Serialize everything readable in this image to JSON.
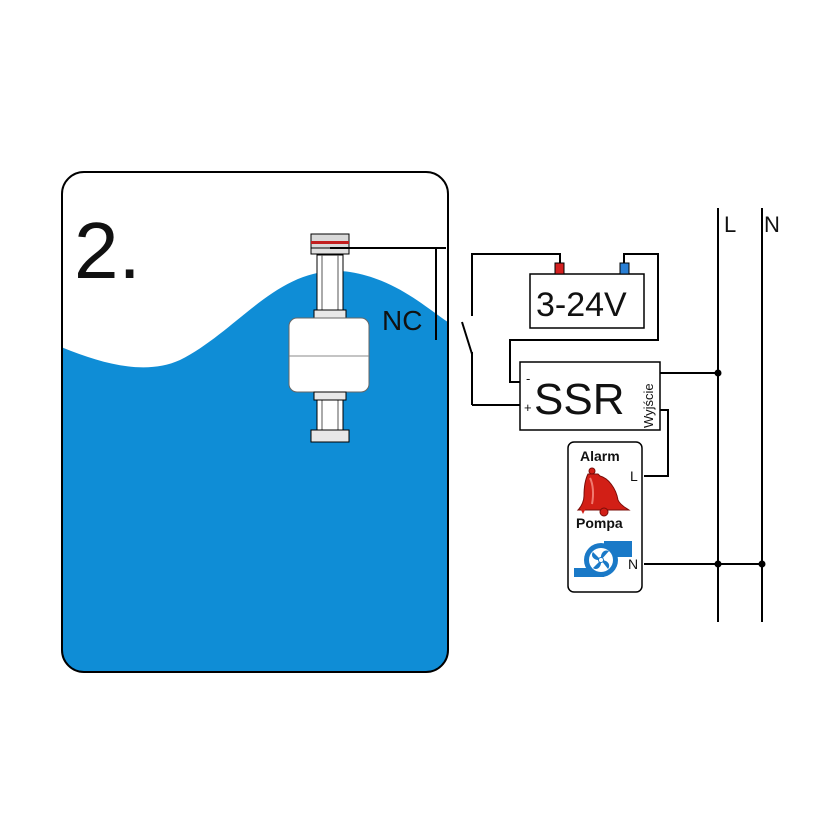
{
  "diagram": {
    "step_number": "2.",
    "float_switch": {
      "contact_label": "NC"
    },
    "power_supply": {
      "label": "3-24V"
    },
    "ssr": {
      "label": "SSR",
      "output_label": "Wyjście",
      "minus": "-",
      "plus": "+"
    },
    "mains": {
      "line": "L",
      "neutral": "N"
    },
    "load_box": {
      "alarm_label": "Alarm",
      "pump_label": "Pompa",
      "terminal_l": "L",
      "terminal_n": "N"
    },
    "colors": {
      "water": "#0f8dd6",
      "terminal_positive": "#d42020",
      "terminal_negative": "#2a7fd4",
      "bell": "#d21f16",
      "pump_icon": "#1a79c7"
    },
    "icons": [
      "bell-icon",
      "pump-icon"
    ]
  }
}
